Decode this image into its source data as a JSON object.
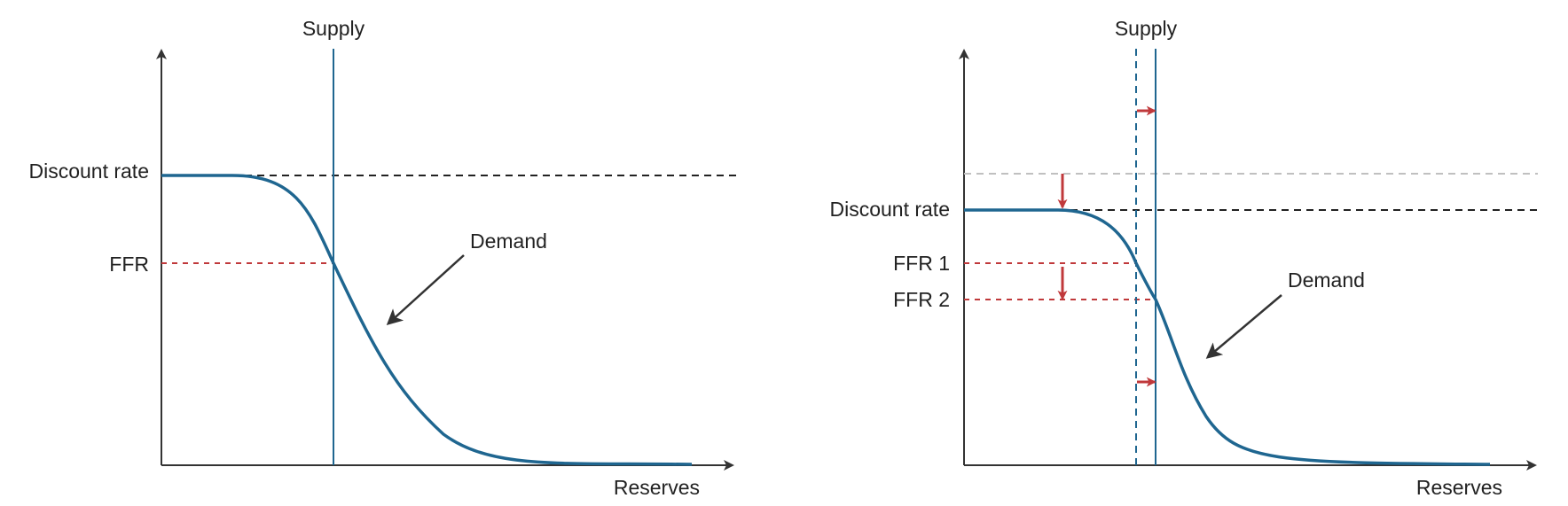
{
  "left_panel": {
    "supply_label": "Supply",
    "discount_rate_label": "Discount rate",
    "ffr_label": "FFR",
    "demand_label": "Demand",
    "x_axis_label": "Reserves"
  },
  "right_panel": {
    "supply_label": "Supply",
    "discount_rate_label": "Discount rate",
    "ffr1_label": "FFR 1",
    "ffr2_label": "FFR 2",
    "demand_label": "Demand",
    "x_axis_label": "Reserves"
  },
  "colors": {
    "axis": "#333333",
    "demand_curve": "#1f6690",
    "supply_line": "#1f6690",
    "discount_rate_line": "#222222",
    "old_discount_rate_line": "#c0c0c0",
    "ffr_line": "#c0393b",
    "shift_arrow": "#c0393b",
    "annotation_arrow": "#333333"
  }
}
